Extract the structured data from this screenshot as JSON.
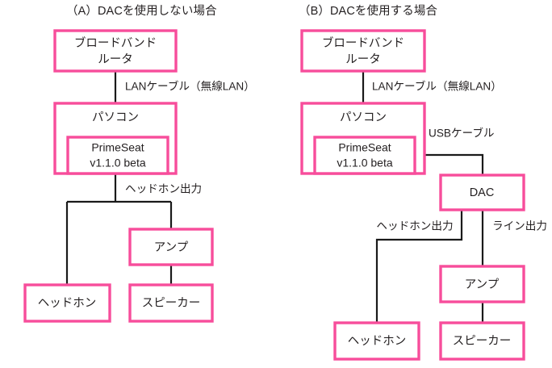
{
  "figure": {
    "background_color": "#ffffff",
    "box_border_color": "#f74d9b",
    "line_color": "#1a1a1a",
    "text_color": "#231f20"
  },
  "panels": [
    {
      "id": "panel-a",
      "title": "（A）DACを使用しない場合",
      "nodes": [
        {
          "id": "router-a",
          "label_line1": "ブロードバンド",
          "label_line2": "ルータ"
        },
        {
          "id": "pc-a",
          "label_line1": "パソコン"
        },
        {
          "id": "primeseat-a",
          "label_line1": "PrimeSeat",
          "label_line2": "v1.1.0 beta"
        },
        {
          "id": "amp-a",
          "label_line1": "アンプ"
        },
        {
          "id": "headphone-a",
          "label_line1": "ヘッドホン"
        },
        {
          "id": "speaker-a",
          "label_line1": "スピーカー"
        }
      ],
      "edges": [
        {
          "id": "lan-a",
          "label": "LANケーブル（無線LAN）"
        },
        {
          "id": "hpout-a",
          "label": "ヘッドホン出力"
        }
      ]
    },
    {
      "id": "panel-b",
      "title": "（B）DACを使用する場合",
      "nodes": [
        {
          "id": "router-b",
          "label_line1": "ブロードバンド",
          "label_line2": "ルータ"
        },
        {
          "id": "pc-b",
          "label_line1": "パソコン"
        },
        {
          "id": "primeseat-b",
          "label_line1": "PrimeSeat",
          "label_line2": "v1.1.0 beta"
        },
        {
          "id": "dac-b",
          "label_line1": "DAC"
        },
        {
          "id": "amp-b",
          "label_line1": "アンプ"
        },
        {
          "id": "headphone-b",
          "label_line1": "ヘッドホン"
        },
        {
          "id": "speaker-b",
          "label_line1": "スピーカー"
        }
      ],
      "edges": [
        {
          "id": "lan-b",
          "label": "LANケーブル（無線LAN）"
        },
        {
          "id": "usb-b",
          "label": "USBケーブル"
        },
        {
          "id": "hpout-b",
          "label": "ヘッドホン出力"
        },
        {
          "id": "lineout-b",
          "label": "ライン出力"
        }
      ]
    }
  ]
}
